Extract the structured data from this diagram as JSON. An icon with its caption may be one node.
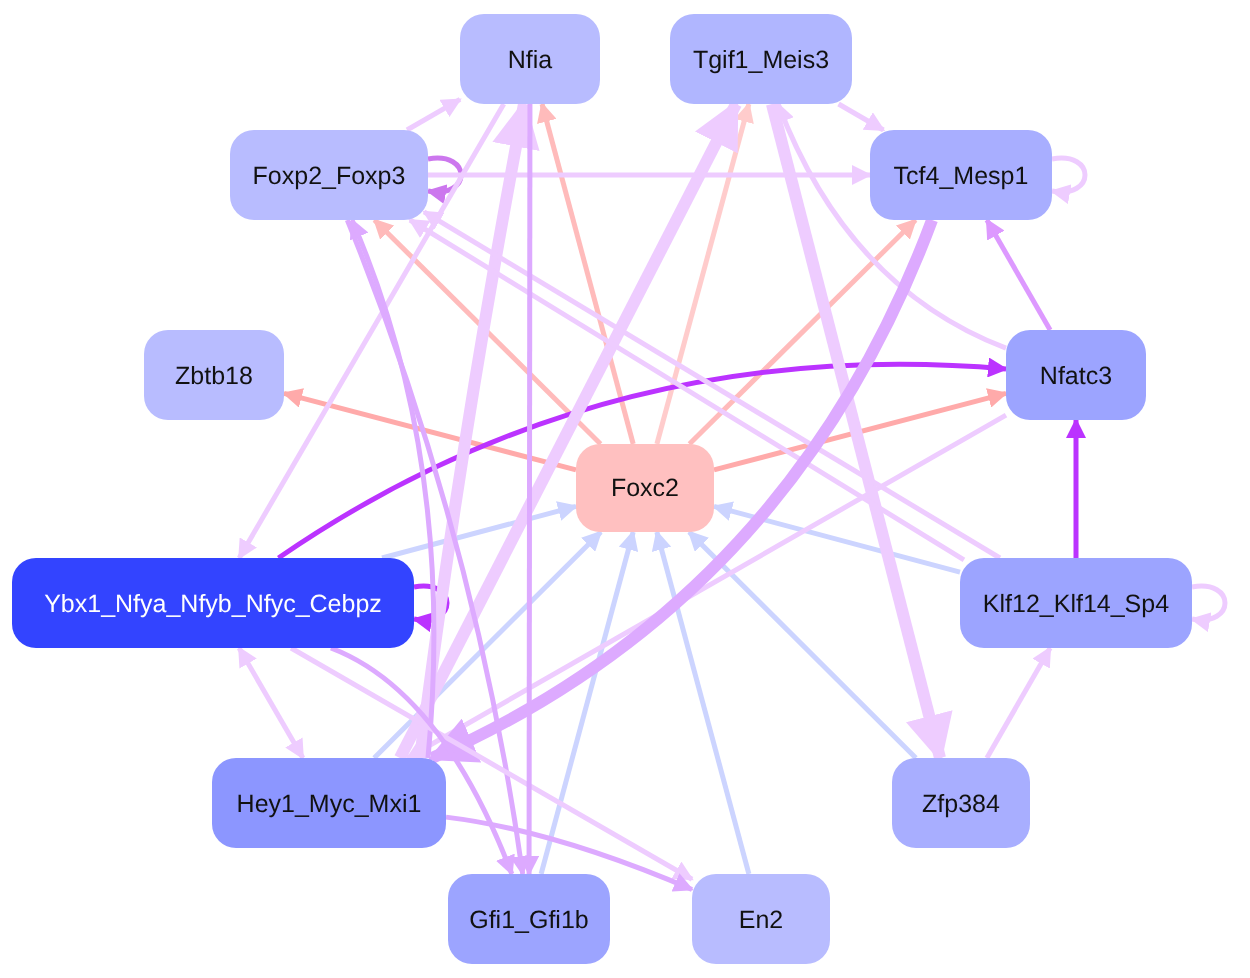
{
  "diagram": {
    "nodes": [
      {
        "text": [
          "Nfia"
        ]
      },
      {
        "text": [
          "Tgif1_Meis3"
        ]
      },
      {
        "text": [
          "Foxp2_Foxp3"
        ]
      },
      {
        "text": [
          "Tcf4_Mesp1"
        ]
      },
      {
        "text": [
          "Zbtb18"
        ]
      },
      {
        "text": [
          "Nfatc3"
        ]
      },
      {
        "text": [
          "Foxc2"
        ]
      },
      {
        "text": [
          "Ybx1_Nfya_Nfyb_Nfyc_Cebpz"
        ]
      },
      {
        "text": [
          "Klf12_Klf14_Sp4"
        ]
      },
      {
        "text": [
          "Hey1_Myc_Mxi1"
        ]
      },
      {
        "text": [
          "Zfp384"
        ]
      },
      {
        "text": [
          "Gfi1_Gfi1b"
        ]
      },
      {
        "text": [
          "En2"
        ]
      }
    ],
    "edges": [
      {
        "from": 6,
        "to": 4,
        "arrow": "to",
        "color": "#ffaaaa"
      },
      {
        "from": 6,
        "to": 5,
        "arrow": "to",
        "color": "#ffaaaa"
      },
      {
        "from": 6,
        "to": 3,
        "arrow": "to",
        "color": "#ffbbbb"
      },
      {
        "from": 6,
        "to": 1,
        "arrow": "to",
        "color": "#ffcccc"
      },
      {
        "from": 6,
        "to": 0,
        "arrow": "to",
        "color": "#ffbbbb"
      },
      {
        "from": 6,
        "to": 2,
        "arrow": "to",
        "color": "#ffbbbb"
      },
      {
        "from": 7,
        "to": 6,
        "arrow": "to",
        "color": "#ccd4ff"
      },
      {
        "from": 9,
        "to": 6,
        "arrow": "to",
        "color": "#ccd4ff"
      },
      {
        "from": 11,
        "to": 6,
        "arrow": "to",
        "color": "#ccd4ff"
      },
      {
        "from": 12,
        "to": 6,
        "arrow": "to",
        "color": "#ccd4ff"
      },
      {
        "from": 10,
        "to": 6,
        "arrow": "to",
        "color": "#ccd4ff"
      },
      {
        "from": 8,
        "to": 6,
        "arrow": "to",
        "color": "#ccd4ff"
      },
      {
        "from": 7,
        "to": 5,
        "arrow": "to",
        "color": "#bb33ff"
      },
      {
        "from": 8,
        "to": 5,
        "arrow": "to",
        "color": "#bb33ff"
      },
      {
        "from": 7,
        "to": 7,
        "arrow": "to",
        "color": "#bb33ff"
      },
      {
        "from": 2,
        "to": 2,
        "arrow": "to",
        "color": "#cc77ee"
      },
      {
        "from": 2,
        "to": 3,
        "arrow": "to"
      },
      {
        "from": 2,
        "to": 0,
        "arrow": "to"
      },
      {
        "from": 1,
        "to": 3,
        "arrow": "to"
      },
      {
        "from": 3,
        "to": 3,
        "arrow": "to"
      },
      {
        "from": 5,
        "to": 3,
        "arrow": "to",
        "color": "#dd99ff"
      },
      {
        "from": 5,
        "to": 1,
        "arrow": "to"
      },
      {
        "from": 5,
        "to": 9,
        "arrow": "to"
      },
      {
        "from": 0,
        "to": 7,
        "arrow": "to"
      },
      {
        "from": 9,
        "to": 0,
        "arrow": "to",
        "style": "thick"
      },
      {
        "from": 9,
        "to": 1,
        "arrow": "to",
        "style": "thick"
      },
      {
        "from": 1,
        "to": 10,
        "arrow": "to",
        "style": "thick"
      },
      {
        "from": 8,
        "to": 2,
        "arrow": "to"
      },
      {
        "from": 8,
        "to": 2,
        "arrow": "to"
      },
      {
        "from": 10,
        "to": 8,
        "arrow": "to"
      },
      {
        "from": 8,
        "to": 8,
        "arrow": "to"
      },
      {
        "from": 3,
        "to": 9,
        "arrow": "to",
        "style": "thick",
        "color": "#ddaaff"
      },
      {
        "from": 9,
        "to": 2,
        "arrow": "to",
        "color": "#ddaaff"
      },
      {
        "from": 2,
        "to": 11,
        "arrow": "to",
        "color": "#ddaaff"
      },
      {
        "from": 7,
        "to": 9,
        "arrow": "both"
      },
      {
        "from": 7,
        "to": 12,
        "arrow": "to"
      },
      {
        "from": 9,
        "to": 12,
        "arrow": "to",
        "color": "#ddaaff"
      },
      {
        "from": 7,
        "to": 11,
        "arrow": "to",
        "color": "#ddaaff"
      },
      {
        "from": 0,
        "to": 11,
        "arrow": "to",
        "color": "#ddaaff"
      }
    ]
  }
}
